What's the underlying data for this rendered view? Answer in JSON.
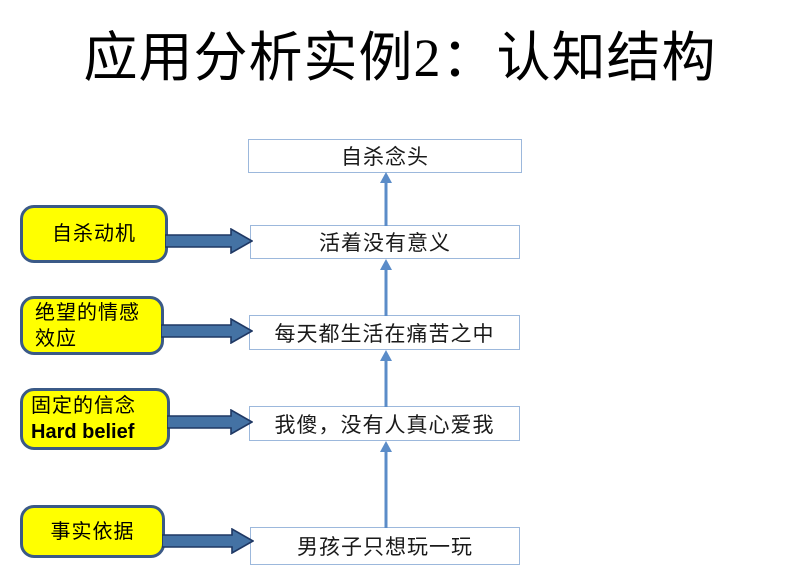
{
  "slide": {
    "title": "应用分析实例2：认知结构",
    "background_color": "#ffffff"
  },
  "colors": {
    "yellow_fill": "#ffff00",
    "yellow_border": "#3b5a87",
    "box_border": "#9cb8dc",
    "arrow_fill": "#4472a4",
    "arrow_outline": "#1f3864",
    "vertical_arrow": "#5b8cc8",
    "text": "#000000"
  },
  "statement_boxes": [
    {
      "id": "suicidal-thought",
      "text": "自杀念头"
    },
    {
      "id": "life-meaningless",
      "text": "活着没有意义"
    },
    {
      "id": "daily-suffering",
      "text": "每天都生活在痛苦之中"
    },
    {
      "id": "nobody-loves-me",
      "text": "我傻，没有人真心爱我"
    },
    {
      "id": "boy-just-playing",
      "text": "男孩子只想玩一玩"
    }
  ],
  "label_boxes": [
    {
      "id": "suicide-motive",
      "line1": "自杀动机",
      "line2": ""
    },
    {
      "id": "despair-emotion",
      "line1": "绝望的情感",
      "line2": "效应"
    },
    {
      "id": "hard-belief",
      "line1": "固定的信念",
      "line2": "Hard belief"
    },
    {
      "id": "factual-basis",
      "line1": "事实依据",
      "line2": ""
    }
  ],
  "connectors": {
    "horizontal_arrow_name": "block-arrow-right",
    "vertical_arrow_name": "arrow-up",
    "horizontal_count": 4,
    "vertical_count": 4
  }
}
